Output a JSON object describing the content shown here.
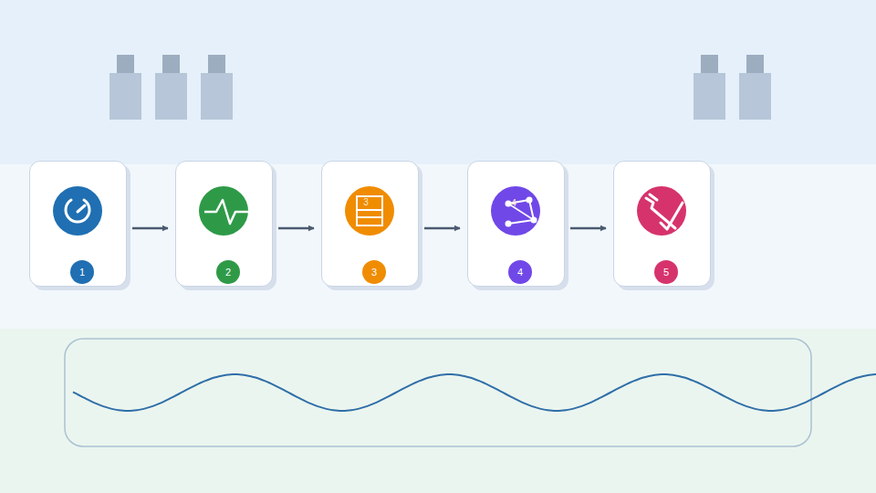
{
  "diagram": {
    "nodes": [
      {
        "text": [
          "1"
        ]
      },
      {
        "text": [
          "2"
        ]
      },
      {
        "text": [
          "3",
          "3"
        ]
      },
      {
        "text": [
          "4",
          "4"
        ]
      },
      {
        "text": [
          "5"
        ]
      }
    ],
    "edges": [
      {
        "from": 0,
        "to": 1,
        "arrow": "to"
      },
      {
        "from": 1,
        "to": 2,
        "arrow": "to"
      },
      {
        "from": 2,
        "to": 3,
        "arrow": "to"
      },
      {
        "from": 3,
        "to": 4,
        "arrow": "to"
      }
    ]
  }
}
